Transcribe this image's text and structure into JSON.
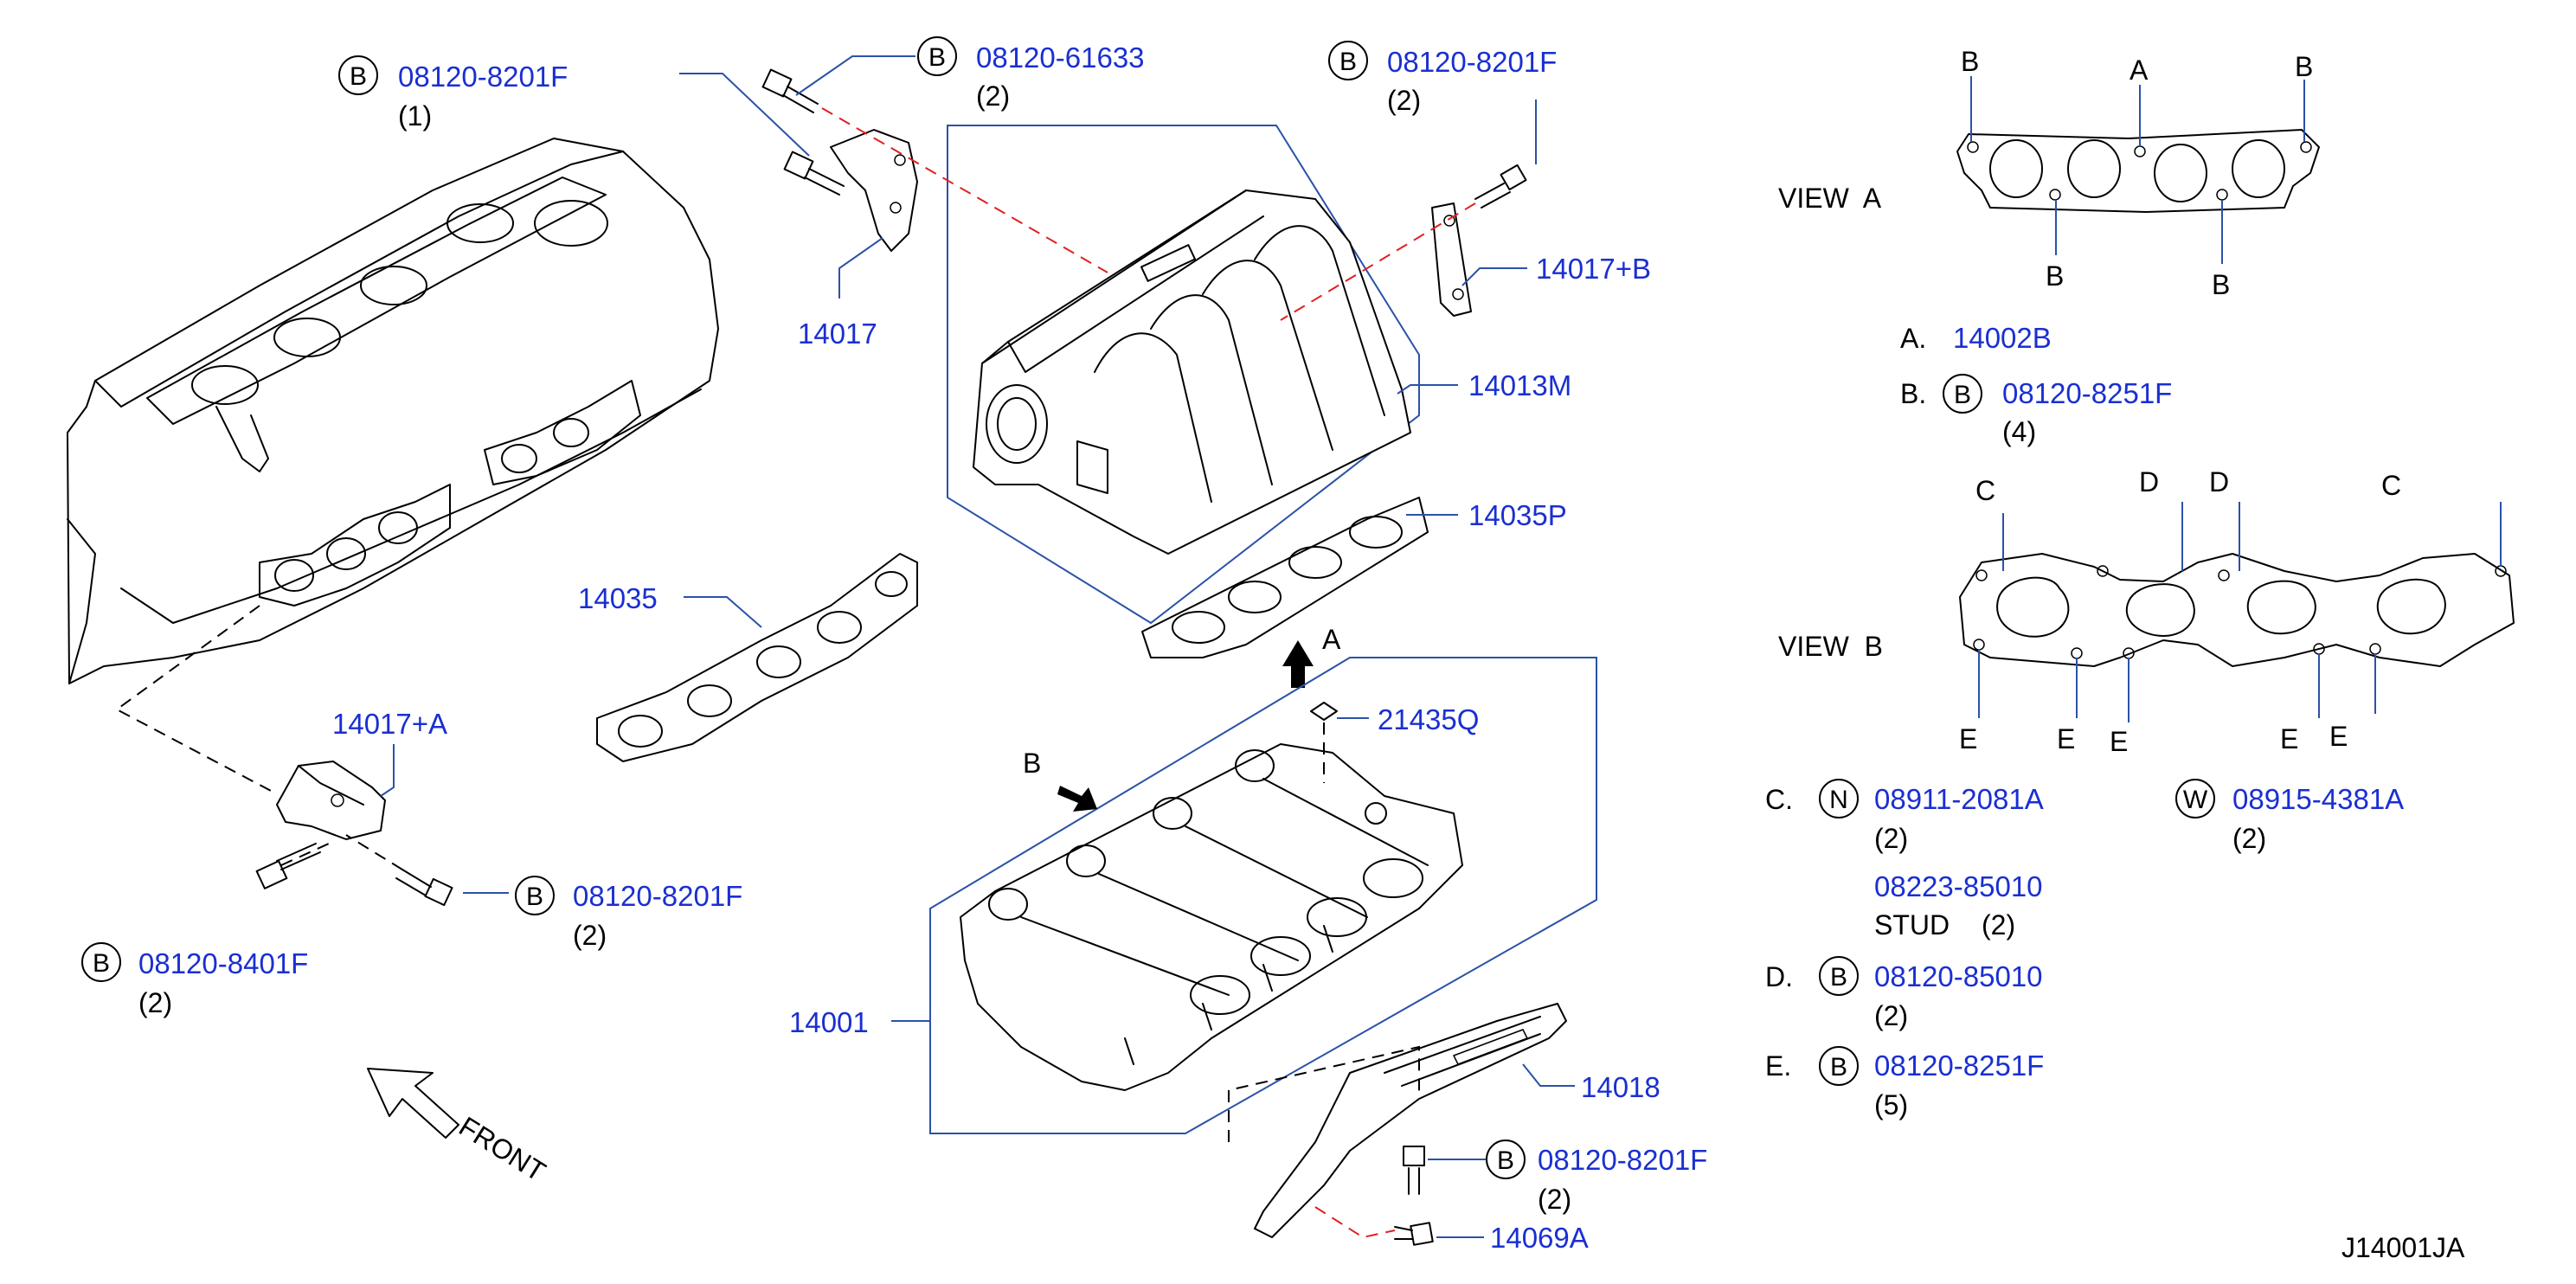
{
  "diagram_id": "J14001JA",
  "parts": {
    "p_8201F_1": {
      "num": "08120-8201F",
      "qty": "(1)",
      "sym": "B"
    },
    "p_61633": {
      "num": "08120-61633",
      "qty": "(2)",
      "sym": "B"
    },
    "p_8201F_top": {
      "num": "08120-8201F",
      "qty": "(2)",
      "sym": "B"
    },
    "p_14017": {
      "num": "14017"
    },
    "p_14017B": {
      "num": "14017+B"
    },
    "p_14013M": {
      "num": "14013M"
    },
    "p_14035P": {
      "num": "14035P"
    },
    "p_14035": {
      "num": "14035"
    },
    "p_14017A": {
      "num": "14017+A"
    },
    "p_21435Q": {
      "num": "21435Q"
    },
    "p_8201F_mid": {
      "num": "08120-8201F",
      "qty": "(2)",
      "sym": "B"
    },
    "p_8401F": {
      "num": "08120-8401F",
      "qty": "(2)",
      "sym": "B"
    },
    "p_14001": {
      "num": "14001"
    },
    "p_14018": {
      "num": "14018"
    },
    "p_8201F_bot": {
      "num": "08120-8201F",
      "qty": "(2)",
      "sym": "B"
    },
    "p_14069A": {
      "num": "14069A"
    }
  },
  "labels": {
    "arrow_a": "A",
    "arrow_b": "B",
    "front": "FRONT"
  },
  "view_a": {
    "title": "VIEW  A",
    "callouts": [
      "B",
      "A",
      "B",
      "B",
      "B"
    ],
    "legend": [
      {
        "key": "A.",
        "num": "14002B"
      },
      {
        "key": "B.",
        "sym": "B",
        "num": "08120-8251F",
        "qty": "(4)"
      }
    ]
  },
  "view_b": {
    "title": "VIEW  B",
    "callouts_top": [
      "C",
      "D",
      "D",
      "C"
    ],
    "callouts_bottom": [
      "E",
      "E",
      "E",
      "E",
      "E"
    ],
    "legend": {
      "c": {
        "key": "C.",
        "sym": "N",
        "num": "08911-2081A",
        "qty": "(2)"
      },
      "w": {
        "sym": "W",
        "num": "08915-4381A",
        "qty": "(2)"
      },
      "stud": {
        "num": "08223-85010",
        "label": "STUD",
        "qty": "(2)"
      },
      "d": {
        "key": "D.",
        "sym": "B",
        "num": "08120-85010",
        "qty": "(2)"
      },
      "e": {
        "key": "E.",
        "sym": "B",
        "num": "08120-8251F",
        "qty": "(5)"
      }
    }
  }
}
